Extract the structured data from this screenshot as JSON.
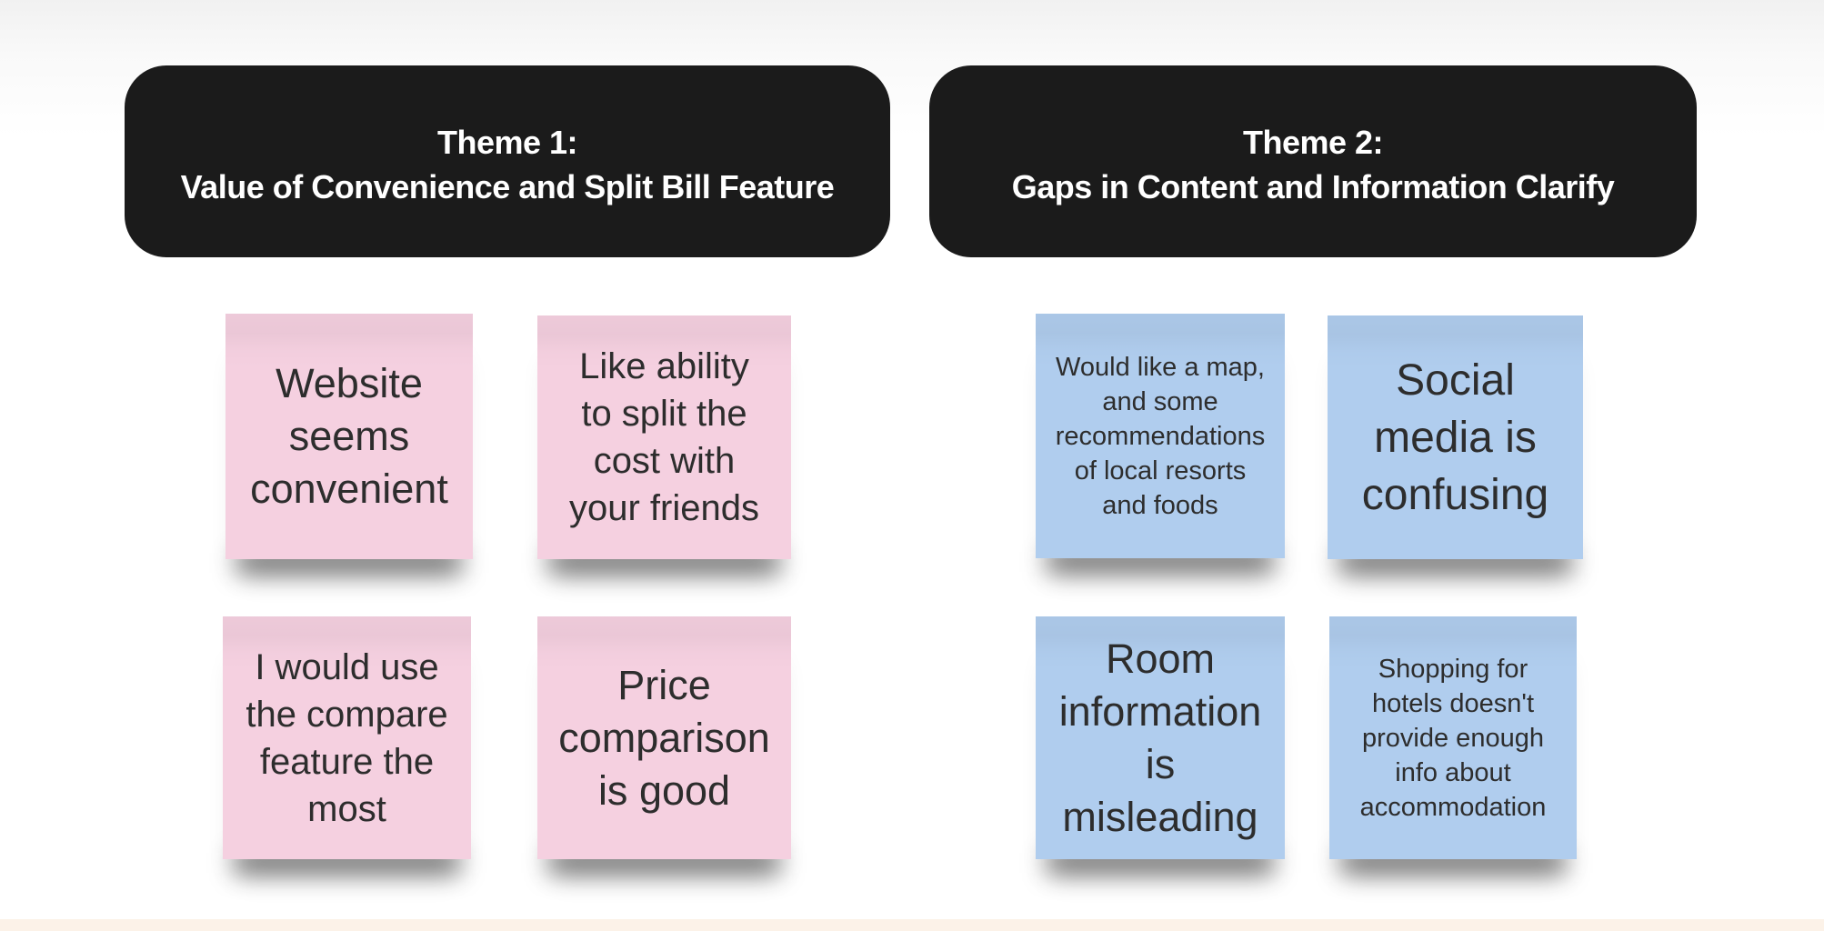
{
  "background": {
    "top_color": "#f1f1f1",
    "main_color": "#ffffff",
    "footer_strip_color": "#fcf2e8"
  },
  "themes": [
    {
      "title_line1": "Theme 1:",
      "title_line2": "Value of Convenience and Split Bill Feature",
      "header_bg": "#1b1b1b",
      "header_text_color": "#ffffff",
      "note_color": "#f5d0e0",
      "notes": [
        {
          "text": "Website\nseems\nconvenient"
        },
        {
          "text": "Like ability\nto split the\ncost with\nyour friends"
        },
        {
          "text": "I would use\nthe compare\nfeature the\nmost"
        },
        {
          "text": "Price\ncomparison\nis good"
        }
      ]
    },
    {
      "title_line1": "Theme 2:",
      "title_line2": "Gaps in Content and Information Clarify",
      "header_bg": "#1b1b1b",
      "header_text_color": "#ffffff",
      "note_color": "#b0cdee",
      "notes": [
        {
          "text": "Would like a map,\nand some\nrecommendations\nof local resorts\nand foods"
        },
        {
          "text": "Social\nmedia is\nconfusing"
        },
        {
          "text": "Room\ninformation\nis\nmisleading"
        },
        {
          "text": "Shopping for\nhotels doesn't\nprovide enough\ninfo about\naccommodation"
        }
      ]
    }
  ]
}
